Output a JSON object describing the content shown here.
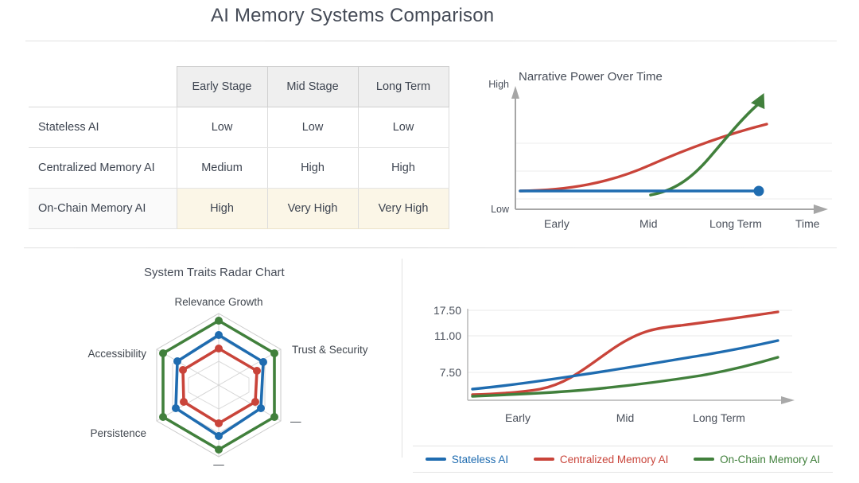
{
  "header": {
    "title": "AI Memory Systems Comparison"
  },
  "matrix": {
    "corner_label": "",
    "columns": [
      "Early Stage",
      "Mid Stage",
      "Long Term"
    ],
    "rows": [
      {
        "label": "Stateless AI",
        "values": [
          "Low",
          "Low",
          "Low"
        ],
        "highlight": false
      },
      {
        "label": "Centralized Memory AI",
        "values": [
          "Medium",
          "High",
          "High"
        ],
        "highlight": false
      },
      {
        "label": "On-Chain Memory AI",
        "values": [
          "High",
          "Very High",
          "Very High"
        ],
        "highlight": true
      }
    ],
    "highlight_color": "#fbf6e7"
  },
  "colors": {
    "stateless": "#1f6cb0",
    "centralized": "#c9443a",
    "onchain": "#41803c",
    "grid": "#e8e8e8",
    "axis": "#9a9a9a",
    "text": "#3d4450"
  },
  "legend": {
    "items": [
      {
        "label": "Stateless AI",
        "color": "#1f6cb0"
      },
      {
        "label": "Centralized Memory AI",
        "color": "#c9443a"
      },
      {
        "label": "On-Chain Memory AI",
        "color": "#41803c"
      }
    ]
  },
  "chart_data": [
    {
      "id": "narrative",
      "type": "line",
      "title": "Narrative Power Over Time",
      "xlabel": "Time",
      "ylabel": "",
      "x_tick_labels": [
        "Early",
        "Mid",
        "Long Term"
      ],
      "y_tick_labels": [
        "Low",
        "High"
      ],
      "ylim": [
        0,
        10
      ],
      "grid": true,
      "legend": "none",
      "series": [
        {
          "name": "Stateless AI",
          "color": "#1f6cb0",
          "end_marker": true,
          "x": [
            0,
            2.5,
            5,
            7.5,
            10
          ],
          "values": [
            1.5,
            1.5,
            1.5,
            1.5,
            1.5
          ]
        },
        {
          "name": "Centralized Memory AI",
          "color": "#c9443a",
          "end_marker": false,
          "x": [
            0,
            2.5,
            5,
            7.5,
            10
          ],
          "values": [
            1.3,
            1.7,
            3.0,
            5.0,
            7.4
          ]
        },
        {
          "name": "On-Chain Memory AI",
          "color": "#41803c",
          "end_marker": false,
          "arrow_head": true,
          "x": [
            4.2,
            5.5,
            7,
            8.3,
            9.4
          ],
          "values": [
            1.2,
            2.0,
            4.2,
            6.8,
            8.9
          ]
        }
      ]
    },
    {
      "id": "radar",
      "type": "radar",
      "title": "System Traits Radar Chart",
      "axes": [
        "Relevance Growth",
        "Trust & Security",
        "—",
        "—",
        "Persistence",
        "Accessibility"
      ],
      "rings": 3,
      "rmax": 4,
      "series": [
        {
          "name": "On-Chain Memory AI",
          "color": "#41803c",
          "values": [
            3.6,
            3.6,
            3.4,
            3.4,
            3.5,
            3.5
          ]
        },
        {
          "name": "Stateless AI",
          "color": "#1f6cb0",
          "values": [
            2.8,
            2.9,
            2.6,
            2.7,
            2.6,
            2.7
          ]
        },
        {
          "name": "Centralized Memory AI",
          "color": "#c9443a",
          "values": [
            2.0,
            2.1,
            1.9,
            2.0,
            1.9,
            2.0
          ]
        }
      ]
    },
    {
      "id": "trend",
      "type": "line",
      "title": "",
      "xlabel": "",
      "ylabel": "",
      "x_tick_labels": [
        "Early",
        "Mid",
        "Long Term"
      ],
      "y_tick_labels": [
        "7.50",
        "11.00",
        "17.50"
      ],
      "ylim": [
        2.5,
        19
      ],
      "grid": true,
      "legend": "bottom",
      "series": [
        {
          "name": "Stateless AI",
          "color": "#1f6cb0",
          "x": [
            0,
            2,
            4,
            6,
            8,
            10
          ],
          "values": [
            4.2,
            4.9,
            5.9,
            7.0,
            8.3,
            9.9
          ]
        },
        {
          "name": "Centralized Memory AI",
          "color": "#c9443a",
          "x": [
            0,
            2,
            4,
            6,
            8,
            10
          ],
          "values": [
            3.4,
            3.6,
            5.6,
            9.6,
            12.0,
            16.4
          ]
        },
        {
          "name": "On-Chain Memory AI",
          "color": "#41803c",
          "x": [
            0,
            2,
            4,
            6,
            8,
            10
          ],
          "values": [
            3.3,
            3.7,
            4.2,
            4.9,
            6.0,
            7.9
          ]
        }
      ]
    }
  ]
}
